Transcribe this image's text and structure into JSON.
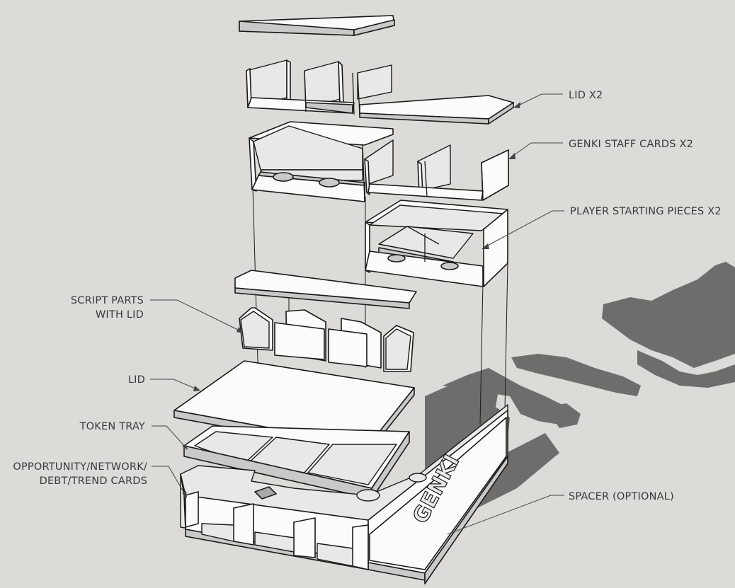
{
  "labels": {
    "lid_x2": "LID X2",
    "genki_staff_cards": "GENKI STAFF CARDS X2",
    "player_starting_pieces": "PLAYER STARTING PIECES X2",
    "script_parts_line1": "SCRIPT PARTS",
    "script_parts_line2": "WITH LID",
    "lid": "LID",
    "token_tray": "TOKEN TRAY",
    "cards_line1": "OPPORTUNITY/NETWORK/",
    "cards_line2": "DEBT/TREND CARDS",
    "spacer": "SPACER (OPTIONAL)"
  },
  "box_logo_text": "GENKI",
  "colors": {
    "background": "#dddbd7",
    "part_face": "#fbfbfb",
    "part_side": "#c9c9c9",
    "shadow": "#6f6d6b",
    "line": "#1a1a1a",
    "label_text": "#3a3a3a"
  }
}
